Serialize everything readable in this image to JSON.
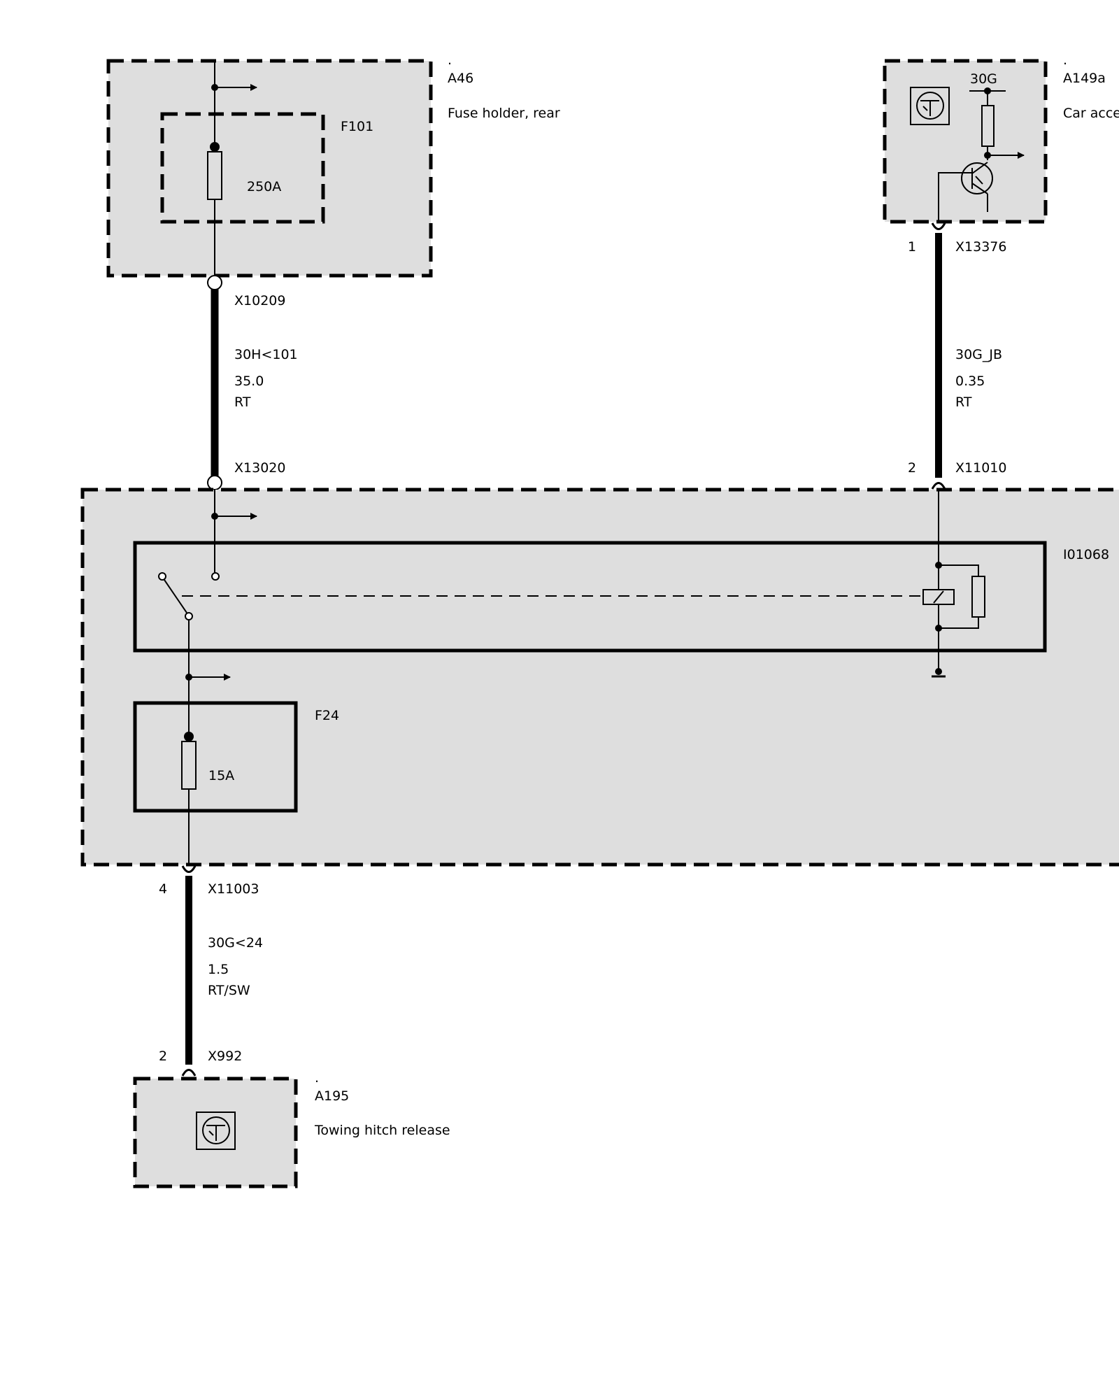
{
  "components": {
    "a46": {
      "dot": ".",
      "id": "A46",
      "desc": "Fuse holder, rear",
      "fuse": {
        "id": "F101",
        "rating": "250A"
      }
    },
    "a149a": {
      "dot": ".",
      "id": "A149a",
      "desc": "Car access system",
      "terminal": "30G"
    },
    "junction_box": {
      "relay_id": "I01068",
      "fuse": {
        "id": "F24",
        "rating": "15A"
      }
    },
    "a195": {
      "dot": ".",
      "id": "A195",
      "desc": "Towing hitch release"
    }
  },
  "connectors": {
    "x10209": {
      "id": "X10209"
    },
    "x13020": {
      "id": "X13020"
    },
    "x13376": {
      "id": "X13376",
      "pin": "1"
    },
    "x11010": {
      "id": "X11010",
      "pin": "2"
    },
    "x11003": {
      "id": "X11003",
      "pin": "4"
    },
    "x992": {
      "id": "X992",
      "pin": "2"
    }
  },
  "wires": {
    "w1": {
      "circuit": "30H<101",
      "gauge": "35.0",
      "color": "RT"
    },
    "w2": {
      "circuit": "30G_JB",
      "gauge": "0.35",
      "color": "RT"
    },
    "w3": {
      "circuit": "30G<24",
      "gauge": "1.5",
      "color": "RT/SW"
    }
  },
  "colors": {
    "line": "#000000",
    "panel_fill": "#dedede",
    "background": "#ffffff"
  }
}
